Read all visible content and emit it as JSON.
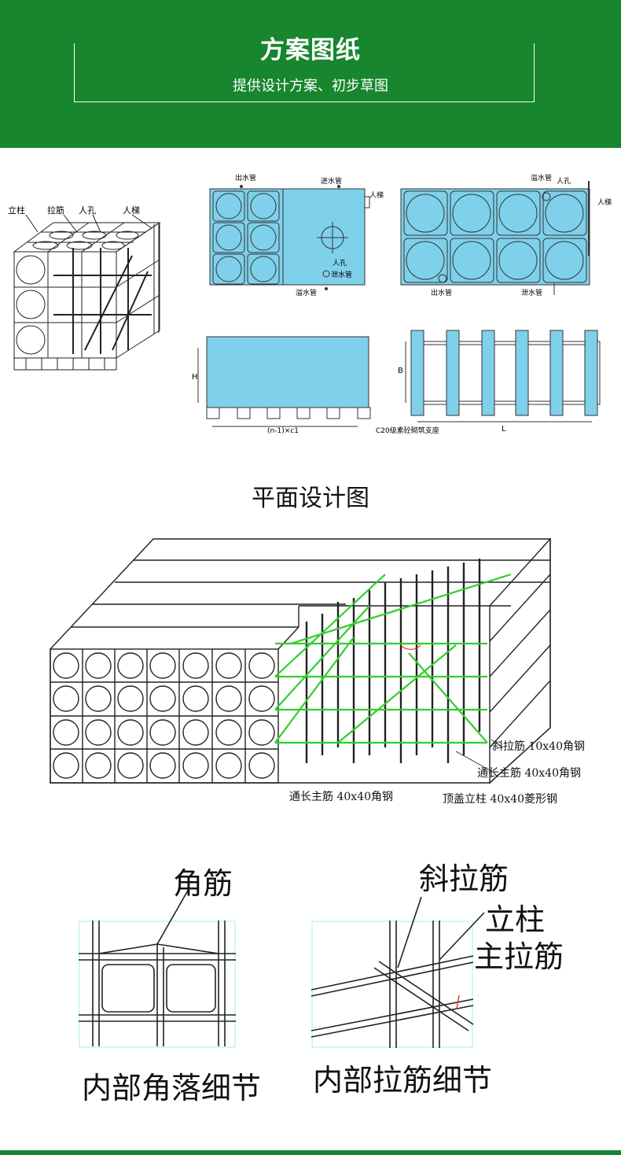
{
  "header": {
    "title": "方案图纸",
    "subtitle": "提供设计方案、初步草图"
  },
  "iso_labels": [
    "立柱",
    "拉筋",
    "人孔",
    "人梯"
  ],
  "plan1": {
    "outlet": "出水管",
    "inlet": "进水管",
    "ladder": "人梯",
    "manhole": "人孔",
    "drain": "泄水管",
    "overflow": "溢水管"
  },
  "plan2": {
    "overflow": "溢水管",
    "manhole": "人孔",
    "ladder": "人梯",
    "outlet": "出水管",
    "drain": "泄水管"
  },
  "elev": {
    "h": "H",
    "dim": "(n-1)×c1",
    "base": "C20级素砼砌筑支座"
  },
  "topview": {
    "b": "B",
    "l": "L"
  },
  "plan_title": "平面设计图",
  "callouts": {
    "diag": "斜拉筋  10x40角钢",
    "main_right": "通长主筋  40x40角钢",
    "main_left": "通长主筋  40x40角钢",
    "post": "顶盖立柱  40x40菱形钢"
  },
  "detail": {
    "corner_label": "角筋",
    "corner_caption": "内部角落细节",
    "diag_label": "斜拉筋",
    "post_label": "立柱",
    "main_label": "主拉筋",
    "brace_caption": "内部拉筋细节"
  }
}
